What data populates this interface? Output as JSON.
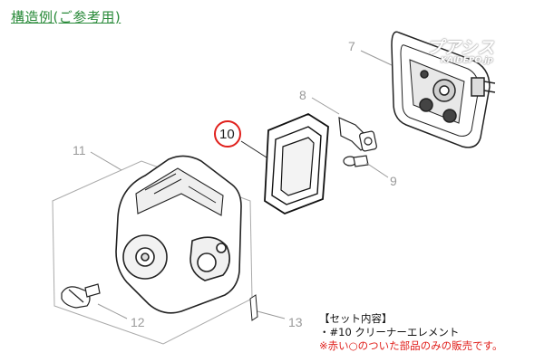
{
  "title": "構造例(ご参考用)",
  "parts": {
    "p7": "7",
    "p8": "8",
    "p9": "9",
    "p10": "10",
    "p11": "11",
    "p12": "12",
    "p13": "13"
  },
  "highlight_color": "#e0201c",
  "watermark": {
    "line1": "プアシス",
    "line2": "KAIDEPO.jp"
  },
  "set_contents": {
    "heading": "【セット内容】",
    "item": "・#10 クリーナーエレメント",
    "note": "※赤い○のついた部品のみの販売です。"
  }
}
